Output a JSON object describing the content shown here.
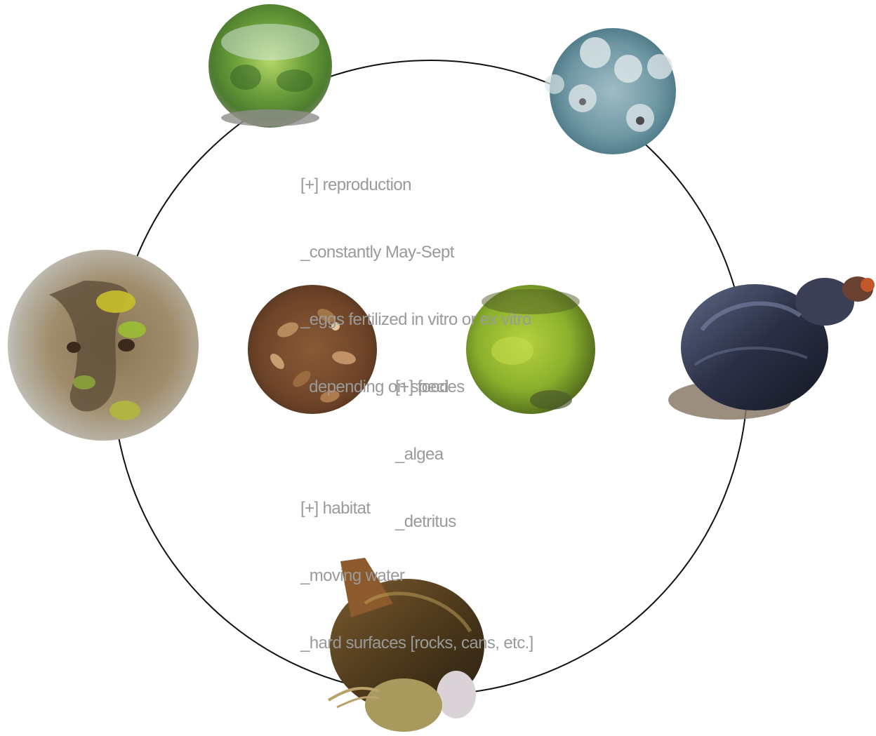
{
  "reproduction": {
    "heading": "[+] reproduction",
    "line1": "_constantly May-Sept",
    "line2": "_eggs fertilized in vitro or ex vitro",
    "line3": "  depending on species"
  },
  "food": {
    "heading": "[+] food",
    "line1": "_algea",
    "line2": "_detritus"
  },
  "habitat": {
    "heading": "[+] habitat",
    "line1": "_moving water",
    "line2": "_hard surfaces [rocks, cans, etc.]"
  },
  "images": {
    "egg_mass": "snail-egg-mass-photo",
    "eggs_closeup": "snail-eggs-closeup-photo",
    "adult_snail": "adult-snail-photo",
    "juvenile_snail": "juvenile-snail-photo",
    "habitat_rock": "algae-covered-rock-photo",
    "detritus": "leaf-detritus-photo",
    "algae": "green-algae-photo"
  },
  "colors": {
    "text": "#9a9a9a",
    "cycle_line": "#111111"
  }
}
